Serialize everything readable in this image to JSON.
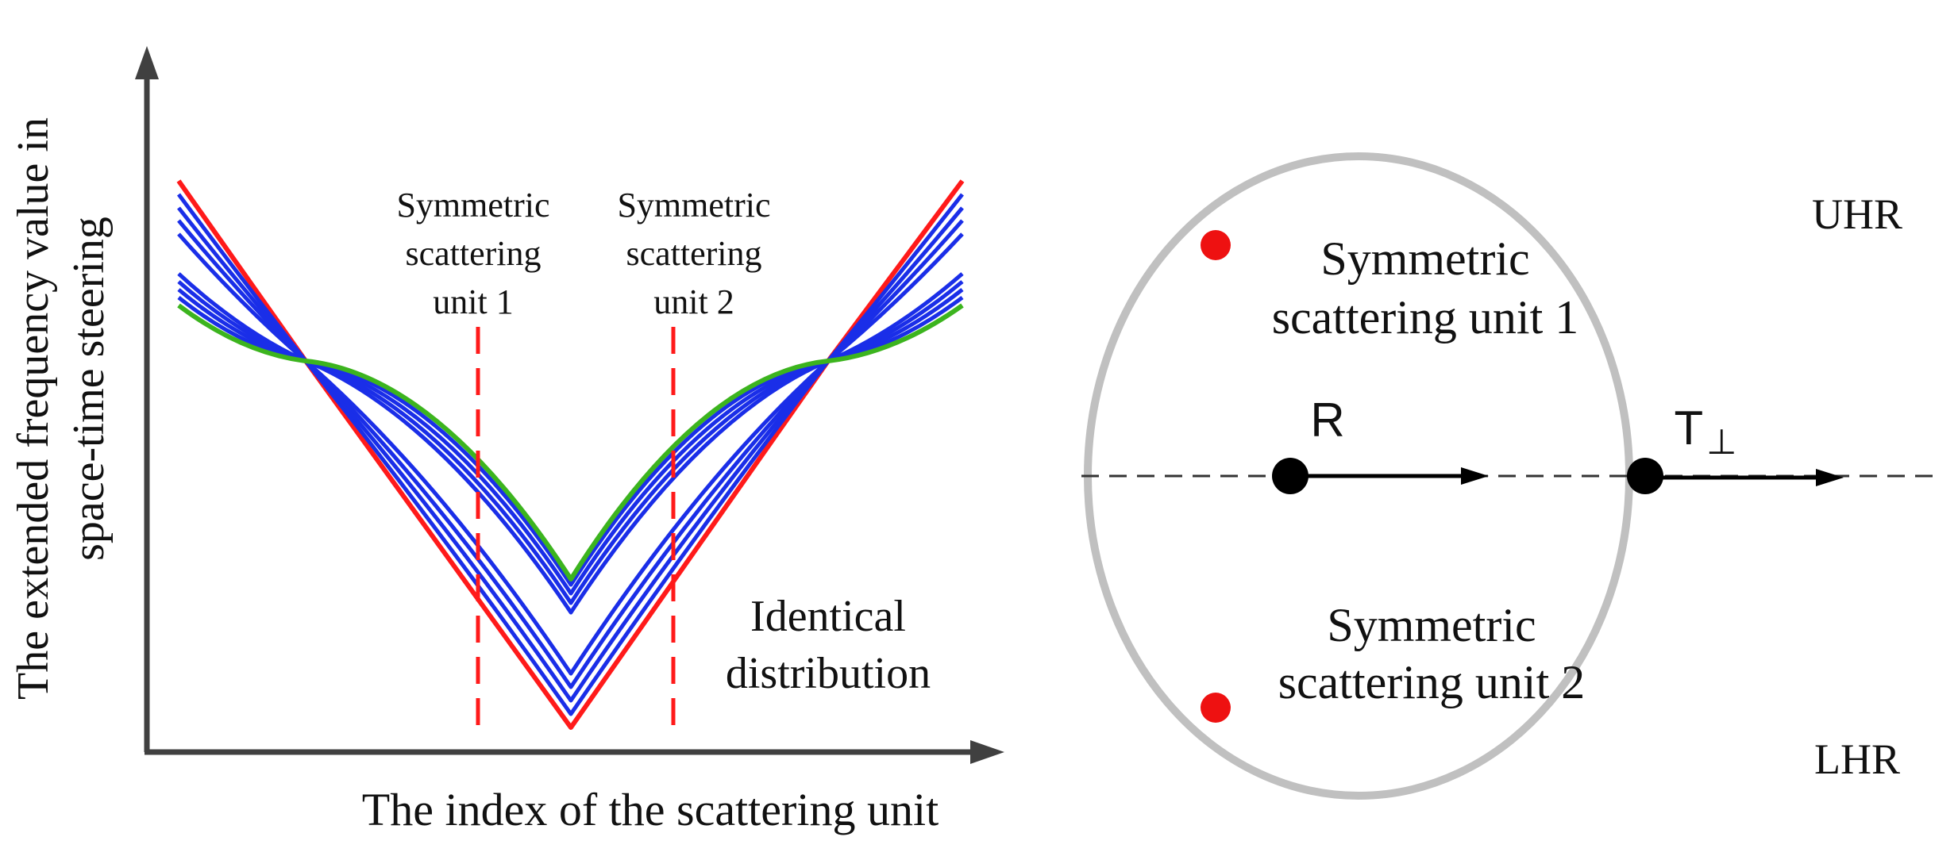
{
  "left_panel": {
    "y_axis_label_line1": "The extended frequency value in",
    "y_axis_label_line2": "space-time steering",
    "x_axis_label": "The index of the scattering unit",
    "marker1": {
      "line1": "Symmetric",
      "line2": "scattering",
      "line3": "unit 1"
    },
    "marker2": {
      "line1": "Symmetric",
      "line2": "scattering",
      "line3": "unit 2"
    },
    "annotation_line1": "Identical",
    "annotation_line2": "distribution"
  },
  "right_panel": {
    "uhr_label": "UHR",
    "lhr_label": "LHR",
    "unit1_line1": "Symmetric",
    "unit1_line2": "scattering unit 1",
    "unit2_line1": "Symmetric",
    "unit2_line2": "scattering unit 2",
    "r_label": "R",
    "t_label": "T",
    "t_subscript": "⊥"
  },
  "colors": {
    "axis": "#404040",
    "red": "#ff1a1a",
    "blue": "#1a2ee8",
    "green": "#3cb41e",
    "ellipse": "#c0c0c0",
    "dashed_axis": "#333333",
    "dot_red": "#ee1111",
    "dot_black": "#000000"
  },
  "icons": [
    "red-dot",
    "black-dot",
    "arrow"
  ]
}
